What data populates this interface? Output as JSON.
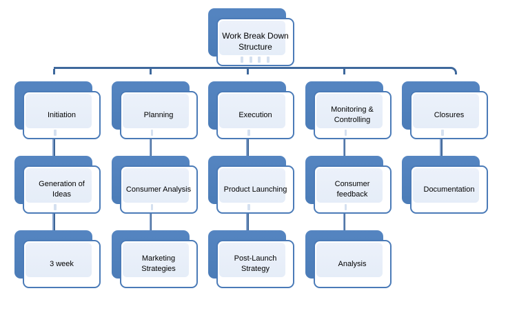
{
  "root": {
    "label": "Work Break Down\nStructure"
  },
  "branches": [
    {
      "level1": {
        "label": "Initiation"
      },
      "level2": {
        "label": "Generation of\nIdeas"
      },
      "level3": {
        "label": "3 week"
      }
    },
    {
      "level1": {
        "label": "Planning"
      },
      "level2": {
        "label": "Consumer Analysis"
      },
      "level3": {
        "label": "Marketing\nStrategies"
      }
    },
    {
      "level1": {
        "label": "Execution"
      },
      "level2": {
        "label": "Product Launching"
      },
      "level3": {
        "label": "Post-Launch\nStrategy"
      }
    },
    {
      "level1": {
        "label": "Monitoring &\nControlling"
      },
      "level2": {
        "label": "Consumer\nfeedback"
      },
      "level3": {
        "label": "Analysis"
      }
    },
    {
      "level1": {
        "label": "Closures"
      },
      "level2": {
        "label": "Documentation"
      }
    }
  ],
  "colors": {
    "node_back": "#4f81bd",
    "node_border": "#4a7ab7",
    "node_fill": "#e9eff9",
    "node_face": "#ffffff",
    "connector_dark": "#3e689c",
    "connector_light": "#87a4ce",
    "background": "#ffffff",
    "text": "#000000"
  }
}
